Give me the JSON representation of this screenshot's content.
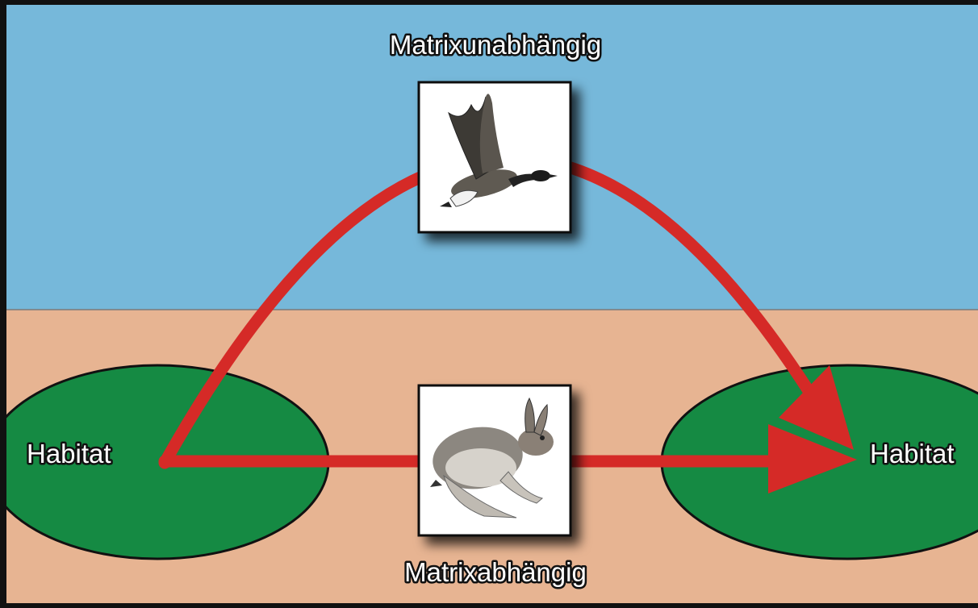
{
  "labels": {
    "top": "Matrixunabhängig",
    "bottom": "Matrixabhängig",
    "left_habitat": "Habitat",
    "right_habitat": "Habitat"
  },
  "icons": {
    "top_image": "goose-icon",
    "bottom_image": "hare-icon"
  },
  "colors": {
    "sky": "#76B8DA",
    "ground": "#E7B492",
    "habitat": "#158A43",
    "arrow": "#D52A27",
    "border": "#111111"
  }
}
